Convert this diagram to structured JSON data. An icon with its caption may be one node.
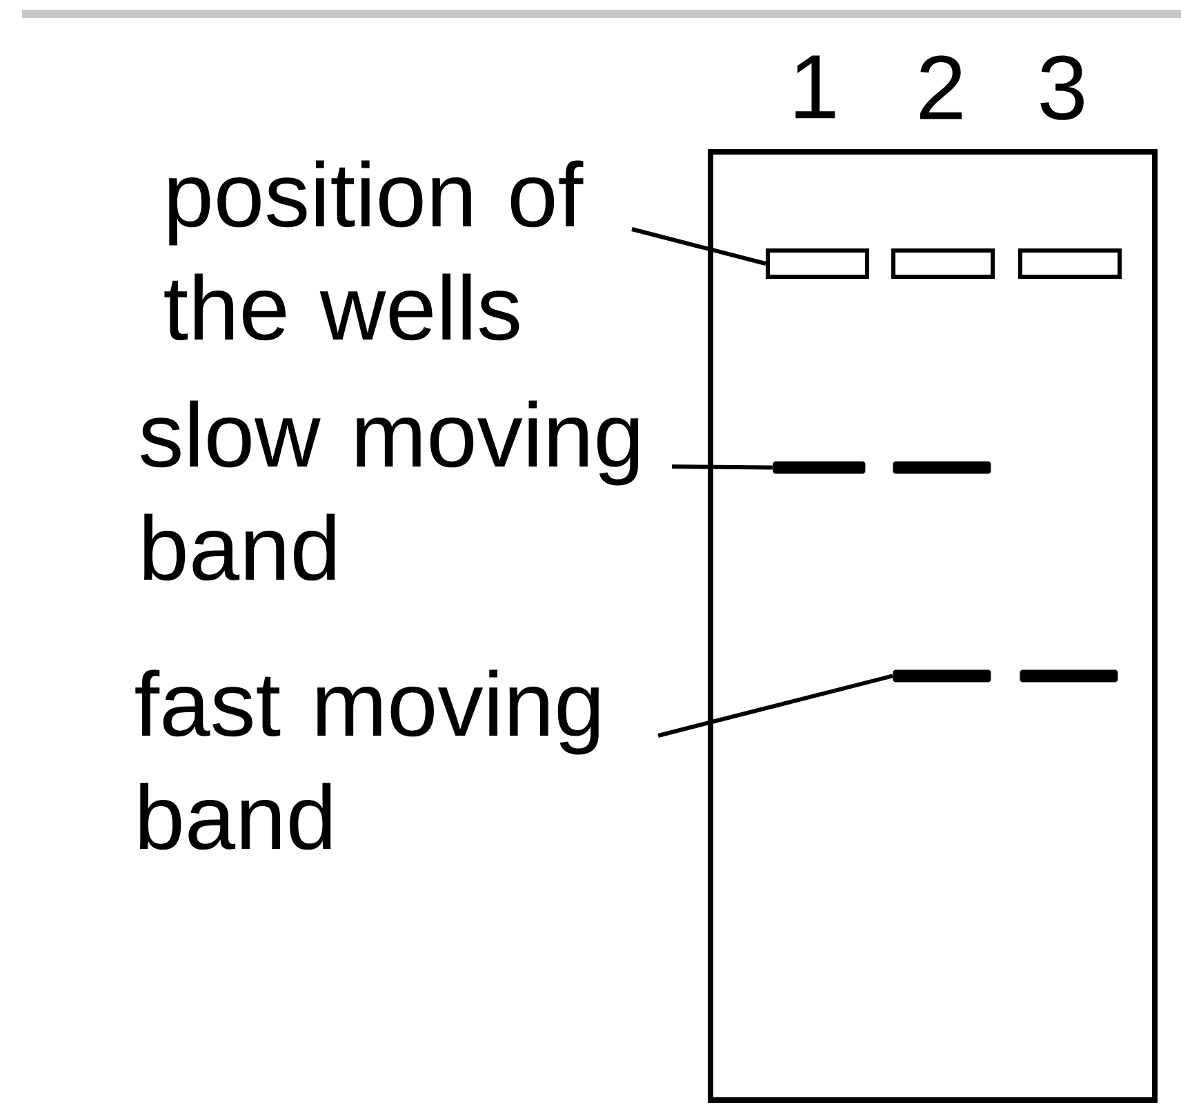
{
  "diagram": {
    "nodes": [
      {
        "text": [],
        "shape": "box"
      },
      {
        "text": [
          "position of the wells"
        ]
      },
      {
        "text": [
          "slow moving band"
        ]
      },
      {
        "text": [
          "fast moving band"
        ]
      },
      {
        "text": [],
        "shape": "box",
        "in": 0
      },
      {
        "text": [],
        "shape": "box",
        "in": 0
      },
      {
        "text": [],
        "shape": "box",
        "in": 0
      },
      {
        "text": [],
        "shape": "bar",
        "in": 0
      },
      {
        "text": [],
        "shape": "bar",
        "in": 0
      },
      {
        "text": [],
        "shape": "bar",
        "in": 0
      },
      {
        "text": [],
        "shape": "bar",
        "in": 0
      }
    ],
    "edges": [
      {
        "from": 1,
        "to": 4,
        "arrow": "none"
      },
      {
        "from": 2,
        "to": 7,
        "arrow": "none"
      },
      {
        "from": 3,
        "to": 9,
        "arrow": "none"
      }
    ],
    "labels": [
      "1",
      "2",
      "3"
    ]
  }
}
